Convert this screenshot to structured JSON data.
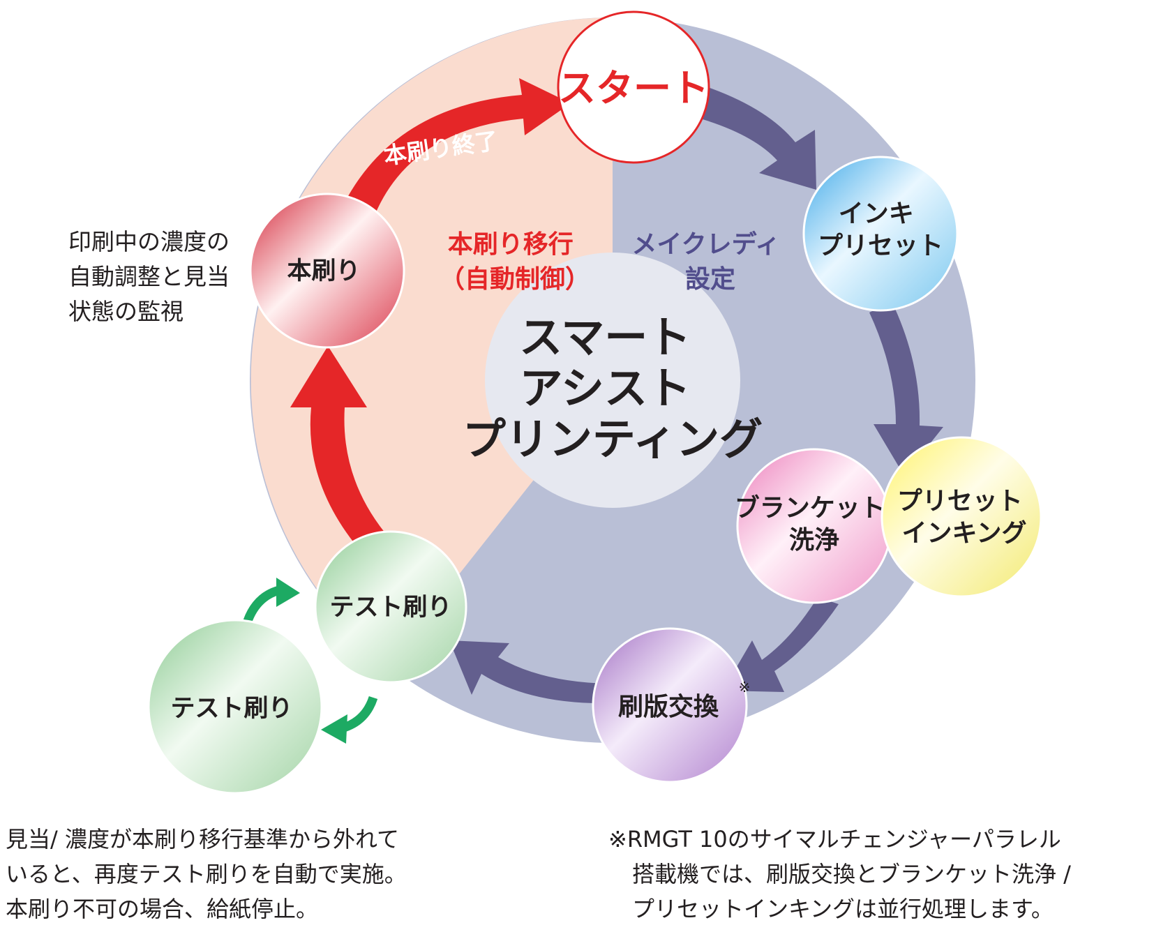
{
  "nodes": {
    "start": "スタート",
    "ink_preset": [
      "インキ",
      "プリセット"
    ],
    "preset_inking": [
      "プリセット",
      "インキング"
    ],
    "blanket_wash": [
      "ブランケット",
      "洗浄"
    ],
    "plate_change": "刷版交換",
    "plate_change_mark": "※",
    "test_print_main": "テスト刷り",
    "test_print_repeat": "テスト刷り",
    "production_print": "本刷り"
  },
  "center_title": [
    "スマート",
    "アシスト",
    "プリンティング"
  ],
  "sectors": {
    "makeready": [
      "メイクレディ",
      "設定"
    ],
    "production_transition": [
      "本刷り移行",
      "（自動制御）"
    ]
  },
  "arrow_label_production_end": "本刷り終了",
  "notes": {
    "production_monitoring": [
      "印刷中の濃度の",
      "自動調整と見当",
      "状態の監視"
    ],
    "test_repeat": [
      "見当/ 濃度が本刷り移行基準から外れて",
      "いると、再度テスト刷りを自動で実施。",
      "本刷り不可の場合、給紙停止。"
    ],
    "footnote": [
      "※RMGT 10のサイマルチェンジャーパラレル",
      "搭載機では、刷版交換とブランケット洗浄 /",
      "プリセットインキングは並行処理します。"
    ]
  },
  "colors": {
    "makeready_sector": "#b9bfd6",
    "production_sector": "#fadccf",
    "center_circle": "#e6e8f0",
    "makeready_arrow": "#635f8e",
    "production_arrow": "#e52628",
    "repeat_arrow": "#1daa63",
    "makeready_text": "#514d8c",
    "production_text": "#e52628",
    "start_text": "#e52628"
  }
}
